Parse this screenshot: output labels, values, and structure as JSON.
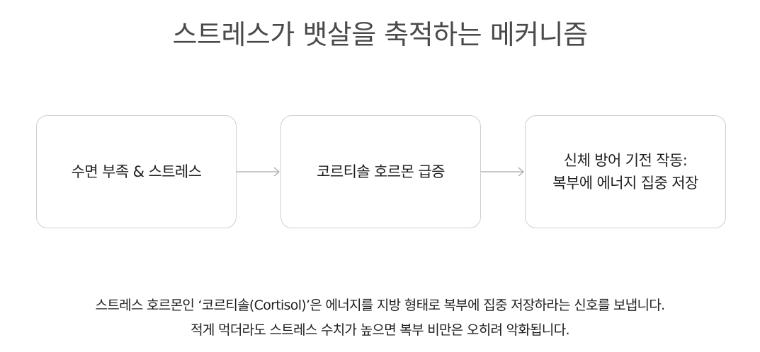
{
  "title": "스트레스가 뱃살을 축적하는 메커니즘",
  "steps": [
    {
      "lines": [
        "수면 부족 & 스트레스"
      ]
    },
    {
      "lines": [
        "코르티솔 호르몬 급증"
      ]
    },
    {
      "lines": [
        "신체 방어 기전 작동:",
        "복부에 에너지 집중 저장"
      ]
    }
  ],
  "arrow_color": "#a8a8a8",
  "caption": {
    "line1": "스트레스 호르몬인 ‘코르티솔(Cortisol)’은 에너지를 지방 형태로 복부에 집중 저장하라는 신호를 보냅니다.",
    "line2": "적게 먹더라도 스트레스 수치가 높으면 복부 비만은 오히려 악화됩니다."
  }
}
